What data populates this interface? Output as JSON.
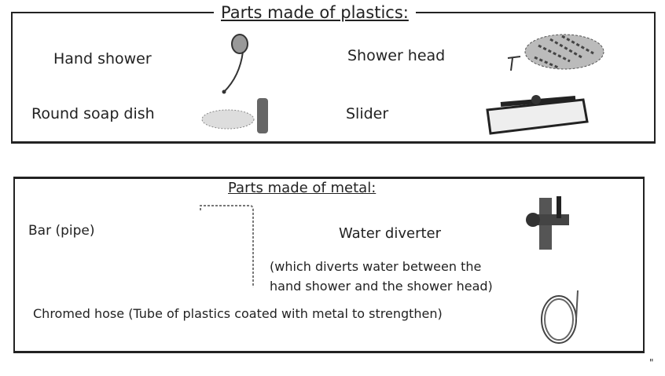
{
  "plastics": {
    "title": "Parts made of plastics:",
    "items": [
      {
        "label": "Hand shower"
      },
      {
        "label": "Shower head"
      },
      {
        "label": "Round soap dish"
      },
      {
        "label": "Slider"
      }
    ]
  },
  "metal": {
    "title": "Parts made of metal:",
    "items": [
      {
        "label": "Bar (pipe)"
      },
      {
        "label": "Water diverter",
        "note_line1": "(which diverts water between the",
        "note_line2": "hand shower and the shower head)"
      },
      {
        "label": "Chromed hose (Tube of plastics coated with metal to strengthen)"
      }
    ]
  },
  "corner_mark": "\""
}
